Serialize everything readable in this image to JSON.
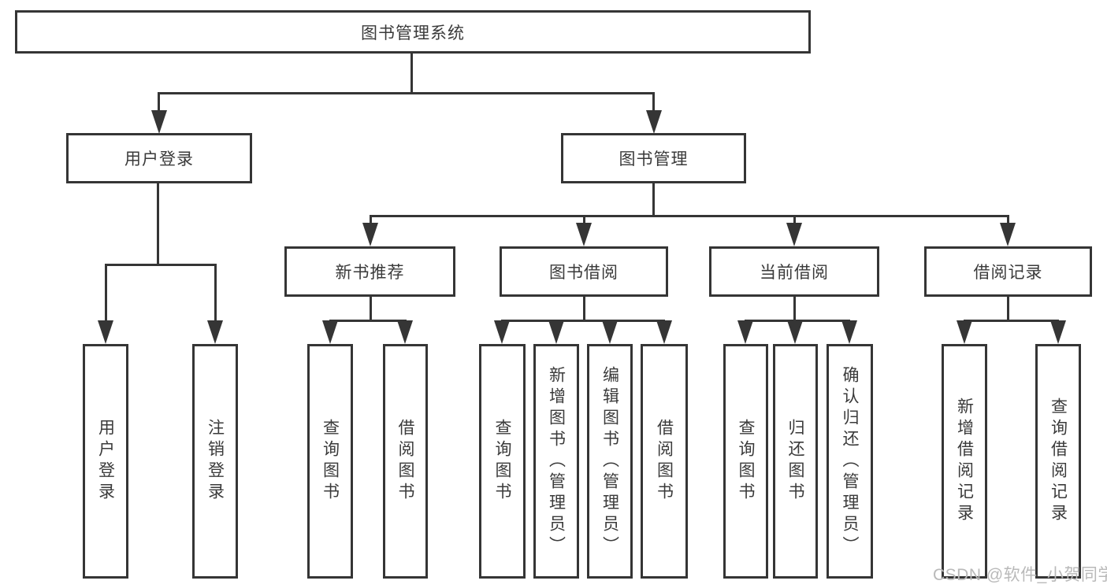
{
  "nodes": {
    "root": "图书管理系统",
    "level2": {
      "user_login": "用户登录",
      "book_mgmt": "图书管理"
    },
    "level3": {
      "new_book_rec": "新书推荐",
      "book_borrow": "图书借阅",
      "current_borrow": "当前借阅",
      "borrow_record": "借阅记录"
    },
    "user_login_children": [
      "用户登录",
      "注销登录"
    ],
    "new_book_rec_children": [
      "查询图书",
      "借阅图书"
    ],
    "book_borrow_children": [
      "查询图书",
      "新增图书（管理员）",
      "编辑图书（管理员）",
      "借阅图书"
    ],
    "current_borrow_children": [
      "查询图书",
      "归还图书",
      "确认归还（管理员）"
    ],
    "borrow_record_children": [
      "新增借阅记录",
      "查询借阅记录"
    ]
  },
  "watermark": "CSDN @软件_小贺同学",
  "colors": {
    "line": "#353535",
    "text": "#3a3a3a",
    "background": "#ffffff",
    "watermark": "#b9b9b9"
  }
}
